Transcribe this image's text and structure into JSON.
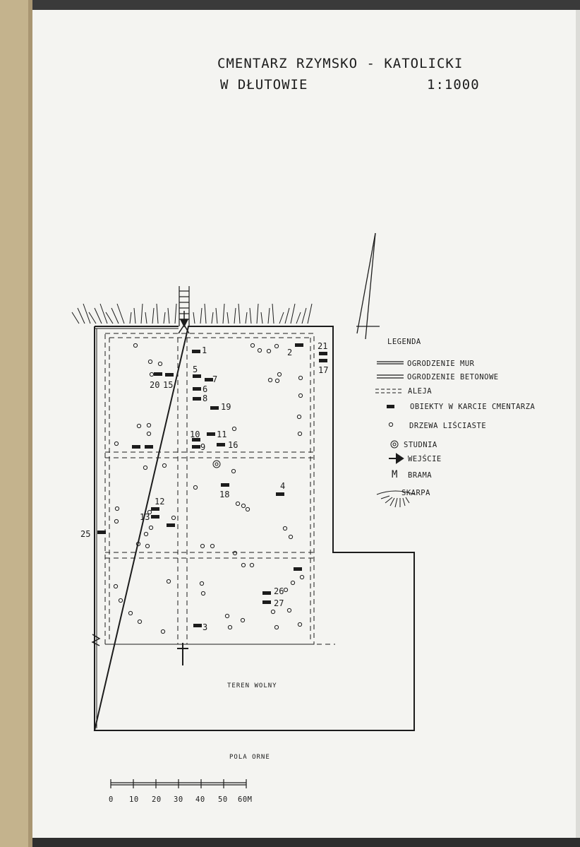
{
  "title": {
    "line1": "CMENTARZ RZYMSKO - KATOLICKI",
    "line2": "W DŁUTOWIE",
    "scale": "1:1000"
  },
  "legend": {
    "heading": "LEGENDA",
    "items": [
      {
        "symbol": "double-line-wall",
        "label": "OGRODZENIE MUR"
      },
      {
        "symbol": "double-line-concrete",
        "label": "OGRODZENIE BETONOWE"
      },
      {
        "symbol": "dashed-alley",
        "label": "ALEJA"
      },
      {
        "symbol": "filled-rectangle",
        "label": "OBIEKTY W KARCIE CMENTARZA"
      },
      {
        "symbol": "small-circle",
        "label": "DRZEWA LIŚCIASTE"
      },
      {
        "symbol": "double-circle",
        "label": "STUDNIA"
      },
      {
        "symbol": "arrow",
        "label": "WEJŚCIE"
      },
      {
        "symbol": "letter-m",
        "label": "BRAMA",
        "glyph": "M"
      },
      {
        "symbol": "hatched-arc",
        "label": "SKARPA"
      }
    ]
  },
  "area_labels": {
    "free_area": "TEREN WOLNY",
    "fields": "POLA ORNE"
  },
  "objects": [
    "1",
    "2",
    "3",
    "4",
    "5",
    "6",
    "7",
    "8",
    "9",
    "10",
    "11",
    "12",
    "13",
    "15",
    "16",
    "17",
    "18",
    "19",
    "20",
    "21",
    "25",
    "26",
    "27"
  ],
  "scalebar": {
    "ticks": [
      "0",
      "10",
      "20",
      "30",
      "40",
      "50",
      "60M"
    ]
  },
  "colors": {
    "ink": "#1c1c1c",
    "paper": "#f4f4f1",
    "board": "#c4b38d",
    "frame": "#2c2c2c"
  }
}
